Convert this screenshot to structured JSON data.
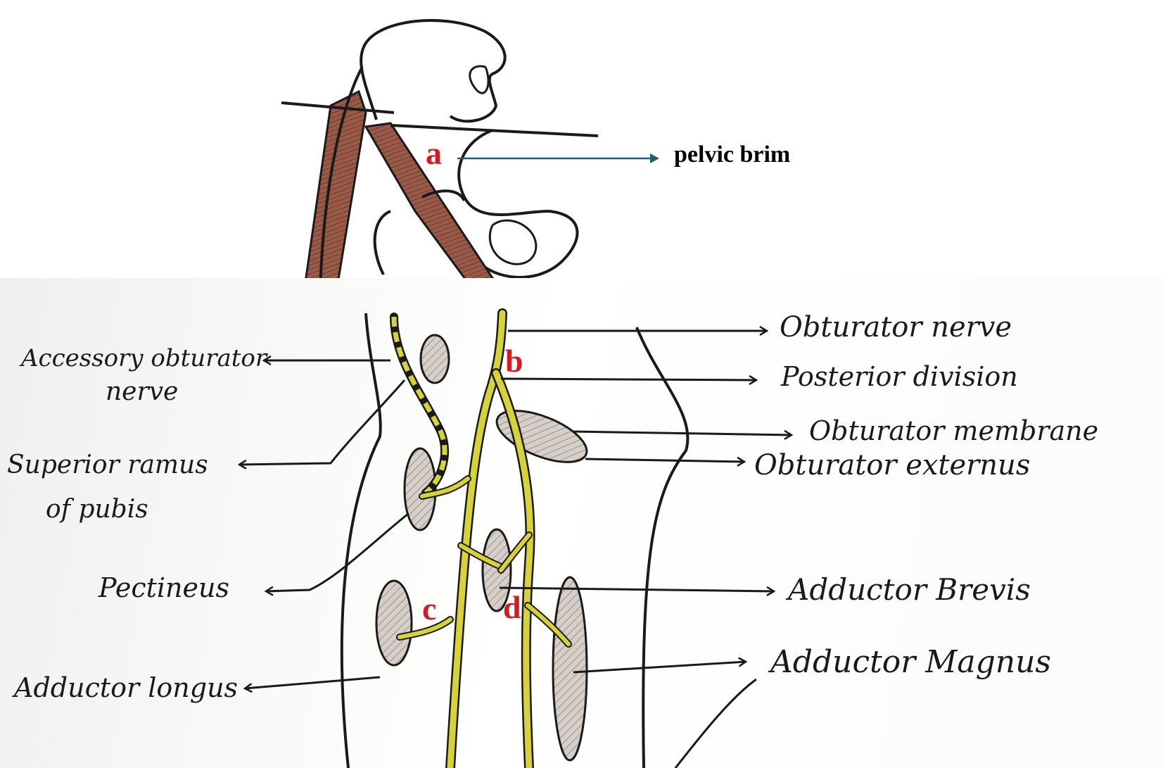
{
  "colors": {
    "marker": "#d71920",
    "nerve": "#d8d23a",
    "muscle": "#8a4a3a",
    "ink": "#1a1a1a",
    "arrow_blue": "#1f5f7a"
  },
  "top_panel": {
    "marker": "a",
    "label": "pelvic brim"
  },
  "bottom_panel": {
    "markers": {
      "b": "b",
      "c": "c",
      "d": "d"
    },
    "left_labels": {
      "accessory_line1": "Accessory obturator",
      "accessory_line2": "nerve",
      "superior_line1": "Superior ramus",
      "superior_line2": "of pubis",
      "pectineus": "Pectineus",
      "adductor_longus": "Adductor longus"
    },
    "right_labels": {
      "obturator_nerve": "Obturator nerve",
      "posterior_division": "Posterior division",
      "obturator_membrane": "Obturator membrane",
      "obturator_externus": "Obturator externus",
      "adductor_brevis": "Adductor Brevis",
      "adductor_magnus": "Adductor Magnus"
    }
  }
}
